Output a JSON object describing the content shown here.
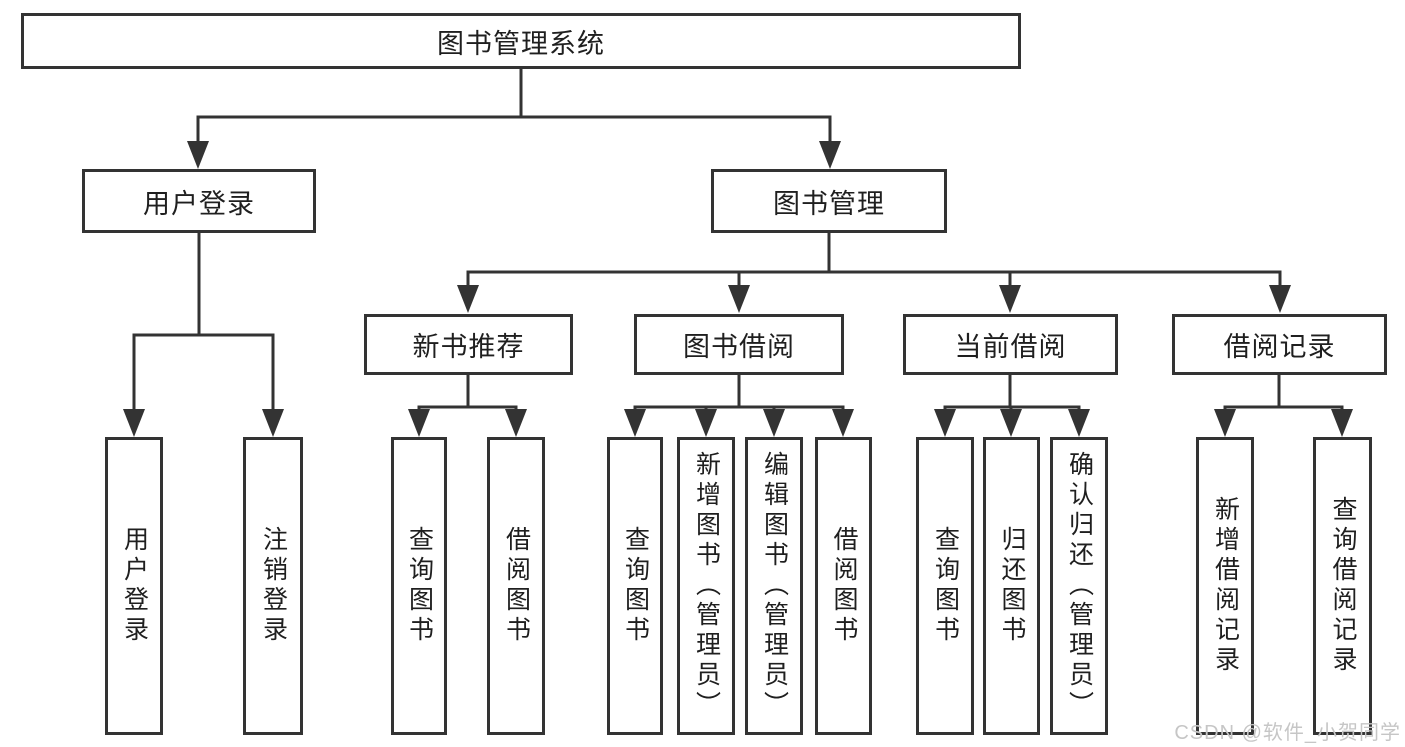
{
  "tree": {
    "root": {
      "label": "图书管理系统"
    },
    "branches": [
      {
        "label": "用户登录",
        "leaves": [
          "用户登录",
          "注销登录"
        ]
      },
      {
        "label": "图书管理",
        "children": [
          {
            "label": "新书推荐",
            "leaves": [
              "查询图书",
              "借阅图书"
            ]
          },
          {
            "label": "图书借阅",
            "leaves": [
              "查询图书",
              "新增图书（管理员）",
              "编辑图书（管理员）",
              "借阅图书"
            ]
          },
          {
            "label": "当前借阅",
            "leaves": [
              "查询图书",
              "归还图书",
              "确认归还（管理员）"
            ]
          },
          {
            "label": "借阅记录",
            "leaves": [
              "新增借阅记录",
              "查询借阅记录"
            ]
          }
        ]
      }
    ]
  },
  "style": {
    "line_color": "#333333",
    "text_color": "#1f1f1f",
    "watermark_color": "#c6c6c6",
    "background": "#ffffff"
  },
  "watermark": "CSDN @软件_小贺同学"
}
